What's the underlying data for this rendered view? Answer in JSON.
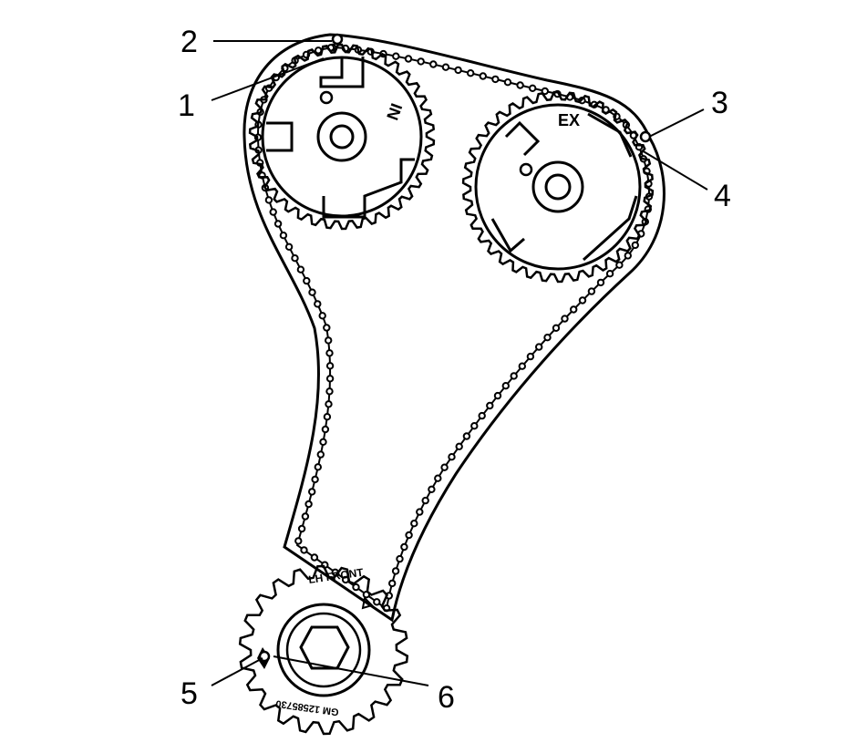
{
  "colors": {
    "line": "#000000",
    "background": "#ffffff"
  },
  "sprockets": {
    "intake": {
      "label": "IN"
    },
    "exhaust": {
      "label": "EX"
    },
    "crank": {
      "top_text": "LH FRONT",
      "bottom_text": "GM 12585730"
    }
  },
  "callouts": [
    "1",
    "2",
    "3",
    "4",
    "5",
    "6"
  ]
}
